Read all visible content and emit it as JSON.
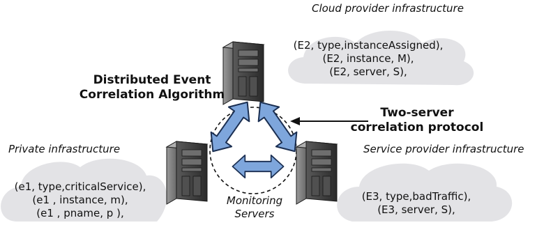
{
  "labels": {
    "cloud_title": "Cloud provider infrastructure",
    "private_title": "Private infrastructure",
    "service_title": "Service provider infrastructure",
    "algorithm_line1": "Distributed Event",
    "algorithm_line2": "Correlation Algorithm",
    "protocol_line1": "Two-server",
    "protocol_line2": "correlation protocol",
    "monitoring_line1": "Monitoring",
    "monitoring_line2": "Servers"
  },
  "facts": {
    "cloud": [
      "(E2, type,instanceAssigned),",
      "(E2, instance, M),",
      "(E2, server, S),"
    ],
    "private": [
      "(e1, type,criticalService),",
      "(e1 , instance, m),",
      "(e1 , pname, p ),"
    ],
    "service": [
      "(E3, type,badTraffic),",
      "(E3, server, S),"
    ]
  },
  "colors": {
    "cloud": "#e3e3e6",
    "arrow_fill": "#7ea6dc",
    "arrow_stroke": "#1b2f52",
    "server_dark": "#3a3a3a",
    "server_light": "#8a8a8a"
  }
}
